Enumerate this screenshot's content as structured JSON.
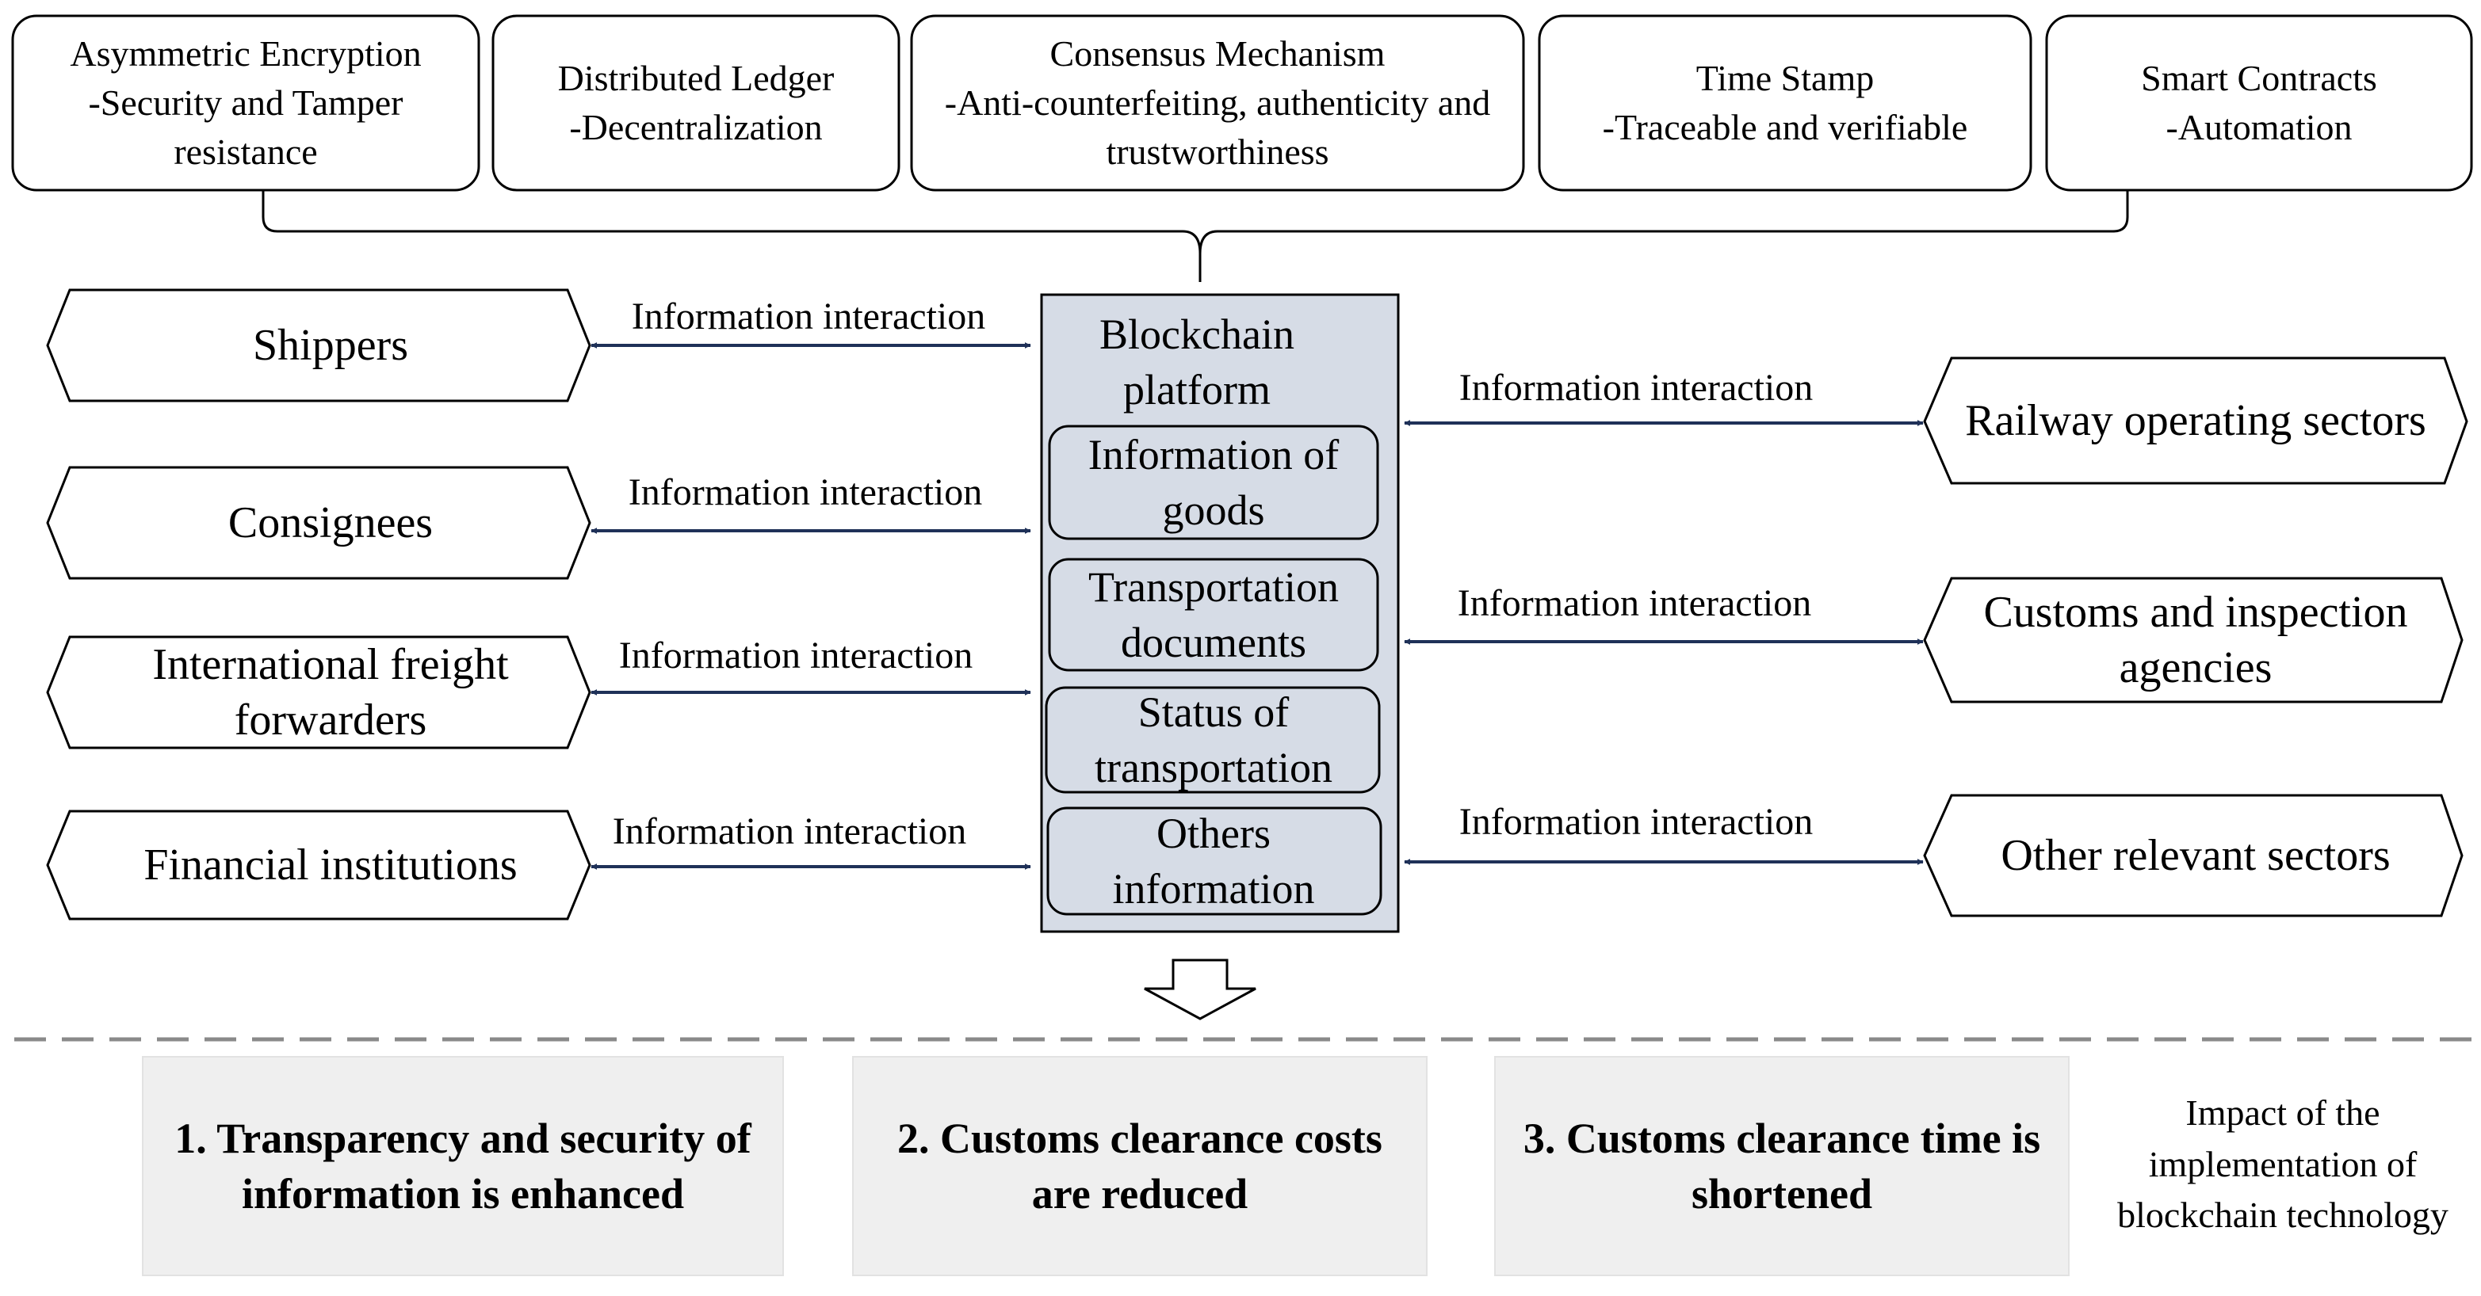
{
  "features": [
    {
      "title": "Asymmetric Encryption",
      "desc": "-Security and Tamper resistance"
    },
    {
      "title": "Distributed Ledger",
      "desc": "-Decentralization"
    },
    {
      "title": "Consensus Mechanism",
      "desc": "-Anti-counterfeiting, authenticity and trustworthiness"
    },
    {
      "title": "Time Stamp",
      "desc": "-Traceable and verifiable"
    },
    {
      "title": "Smart Contracts",
      "desc": "-Automation"
    }
  ],
  "platform": {
    "title": "Blockchain platform",
    "items": [
      "Information of goods",
      "Transportation documents",
      "Status of transportation",
      "Others information"
    ]
  },
  "left_parties": [
    "Shippers",
    "Consignees",
    "International freight forwarders",
    "Financial institutions"
  ],
  "right_parties": [
    "Railway operating sectors",
    "Customs and inspection agencies",
    "Other relevant sectors"
  ],
  "interaction_label": "Information interaction",
  "impacts": [
    "1. Transparency and security of information is enhanced",
    "2. Customs clearance costs are reduced",
    "3. Customs clearance time is shortened"
  ],
  "impact_caption": "Impact of the implementation of blockchain technology"
}
